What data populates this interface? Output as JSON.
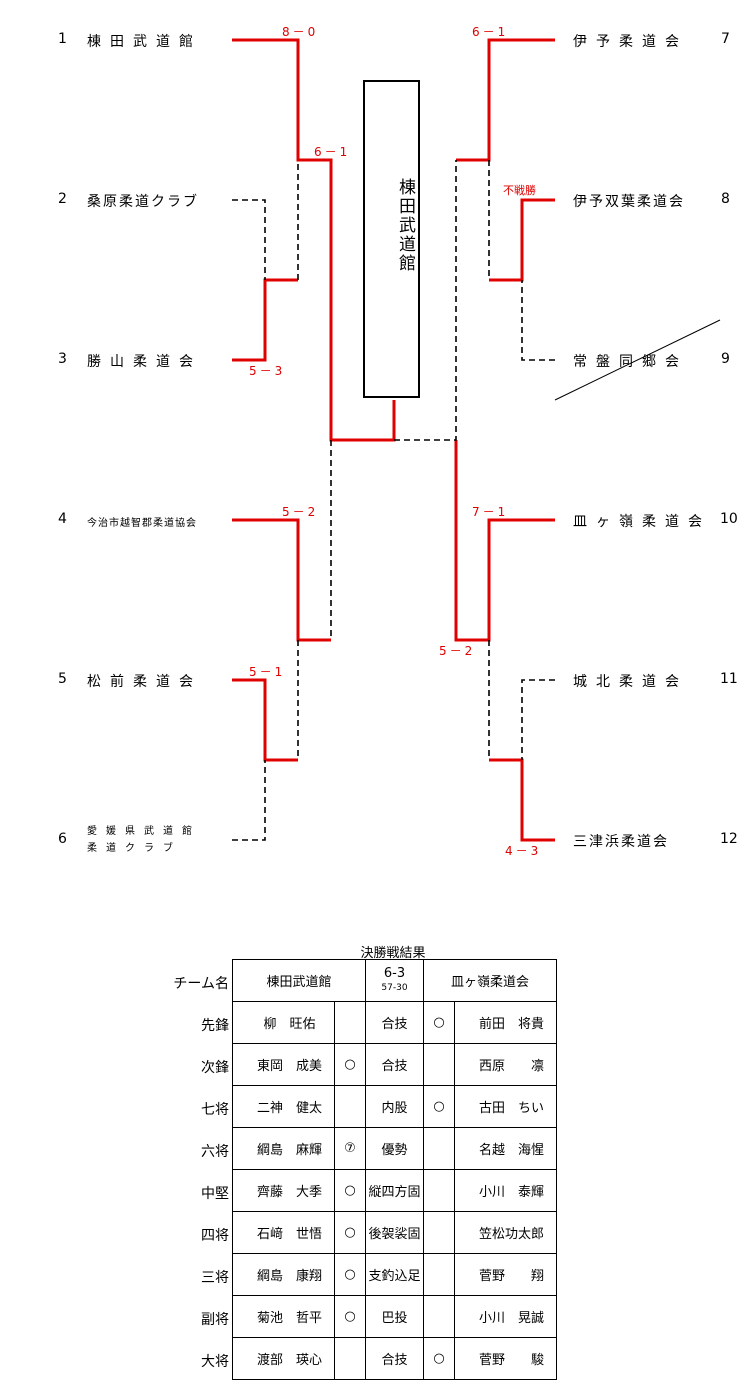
{
  "bracket": {
    "left_teams": [
      {
        "num": "1",
        "name": "棟田武道館"
      },
      {
        "num": "2",
        "name": "桑原柔道クラブ"
      },
      {
        "num": "3",
        "name": "勝山柔道会"
      },
      {
        "num": "4",
        "name": "今治市越智郡柔道協会"
      },
      {
        "num": "5",
        "name": "松前柔道会"
      },
      {
        "num": "6",
        "name_line1": "愛媛県武道館",
        "name_line2": "柔道クラブ"
      }
    ],
    "right_teams": [
      {
        "num": "7",
        "name": "伊予柔道会"
      },
      {
        "num": "8",
        "name": "伊予双葉柔道会"
      },
      {
        "num": "9",
        "name": "常盤同郷会"
      },
      {
        "num": "10",
        "name": "皿ヶ嶺柔道会"
      },
      {
        "num": "11",
        "name": "城北柔道会"
      },
      {
        "num": "12",
        "name": "三津浜柔道会"
      }
    ],
    "scores": {
      "s1": "8－0",
      "s2": "6－1",
      "s3": "5－3",
      "s4": "5－2",
      "s5": "5－1",
      "s6": "6－1",
      "s7": "不戦勝",
      "s8": "7－1",
      "s9": "5－2",
      "s10": "4－3"
    },
    "champion": "棟田武道館",
    "colors": {
      "win": "#e00000",
      "lose": "#000000"
    }
  },
  "result": {
    "title": "決勝戦結果",
    "team_label": "チーム名",
    "team_a": "棟田武道館",
    "team_b": "皿ヶ嶺柔道会",
    "score_main": "6-3",
    "score_sub": "57-30",
    "rows": [
      {
        "pos": "先鋒",
        "a": "柳　旺佑",
        "a_mark": "",
        "tech": "合技",
        "b_mark": "○",
        "b": "前田　将貴"
      },
      {
        "pos": "次鋒",
        "a": "東岡　成美",
        "a_mark": "○",
        "tech": "合技",
        "b_mark": "",
        "b": "西原　　凛"
      },
      {
        "pos": "七将",
        "a": "二神　健太",
        "a_mark": "",
        "tech": "内股",
        "b_mark": "○",
        "b": "古田　ちい"
      },
      {
        "pos": "六将",
        "a": "綱島　麻輝",
        "a_mark": "⑦",
        "tech": "優勢",
        "b_mark": "",
        "b": "名越　海惺"
      },
      {
        "pos": "中堅",
        "a": "齊藤　大季",
        "a_mark": "○",
        "tech": "縦四方固",
        "b_mark": "",
        "b": "小川　泰輝"
      },
      {
        "pos": "四将",
        "a": "石﨑　世悟",
        "a_mark": "○",
        "tech": "後袈裟固",
        "b_mark": "",
        "b": "笠松功太郎"
      },
      {
        "pos": "三将",
        "a": "綱島　康翔",
        "a_mark": "○",
        "tech": "支釣込足",
        "b_mark": "",
        "b": "菅野　　翔"
      },
      {
        "pos": "副将",
        "a": "菊池　哲平",
        "a_mark": "○",
        "tech": "巴投",
        "b_mark": "",
        "b": "小川　晃誠"
      },
      {
        "pos": "大将",
        "a": "渡部　瑛心",
        "a_mark": "",
        "tech": "合技",
        "b_mark": "○",
        "b": "菅野　　駿"
      }
    ]
  }
}
